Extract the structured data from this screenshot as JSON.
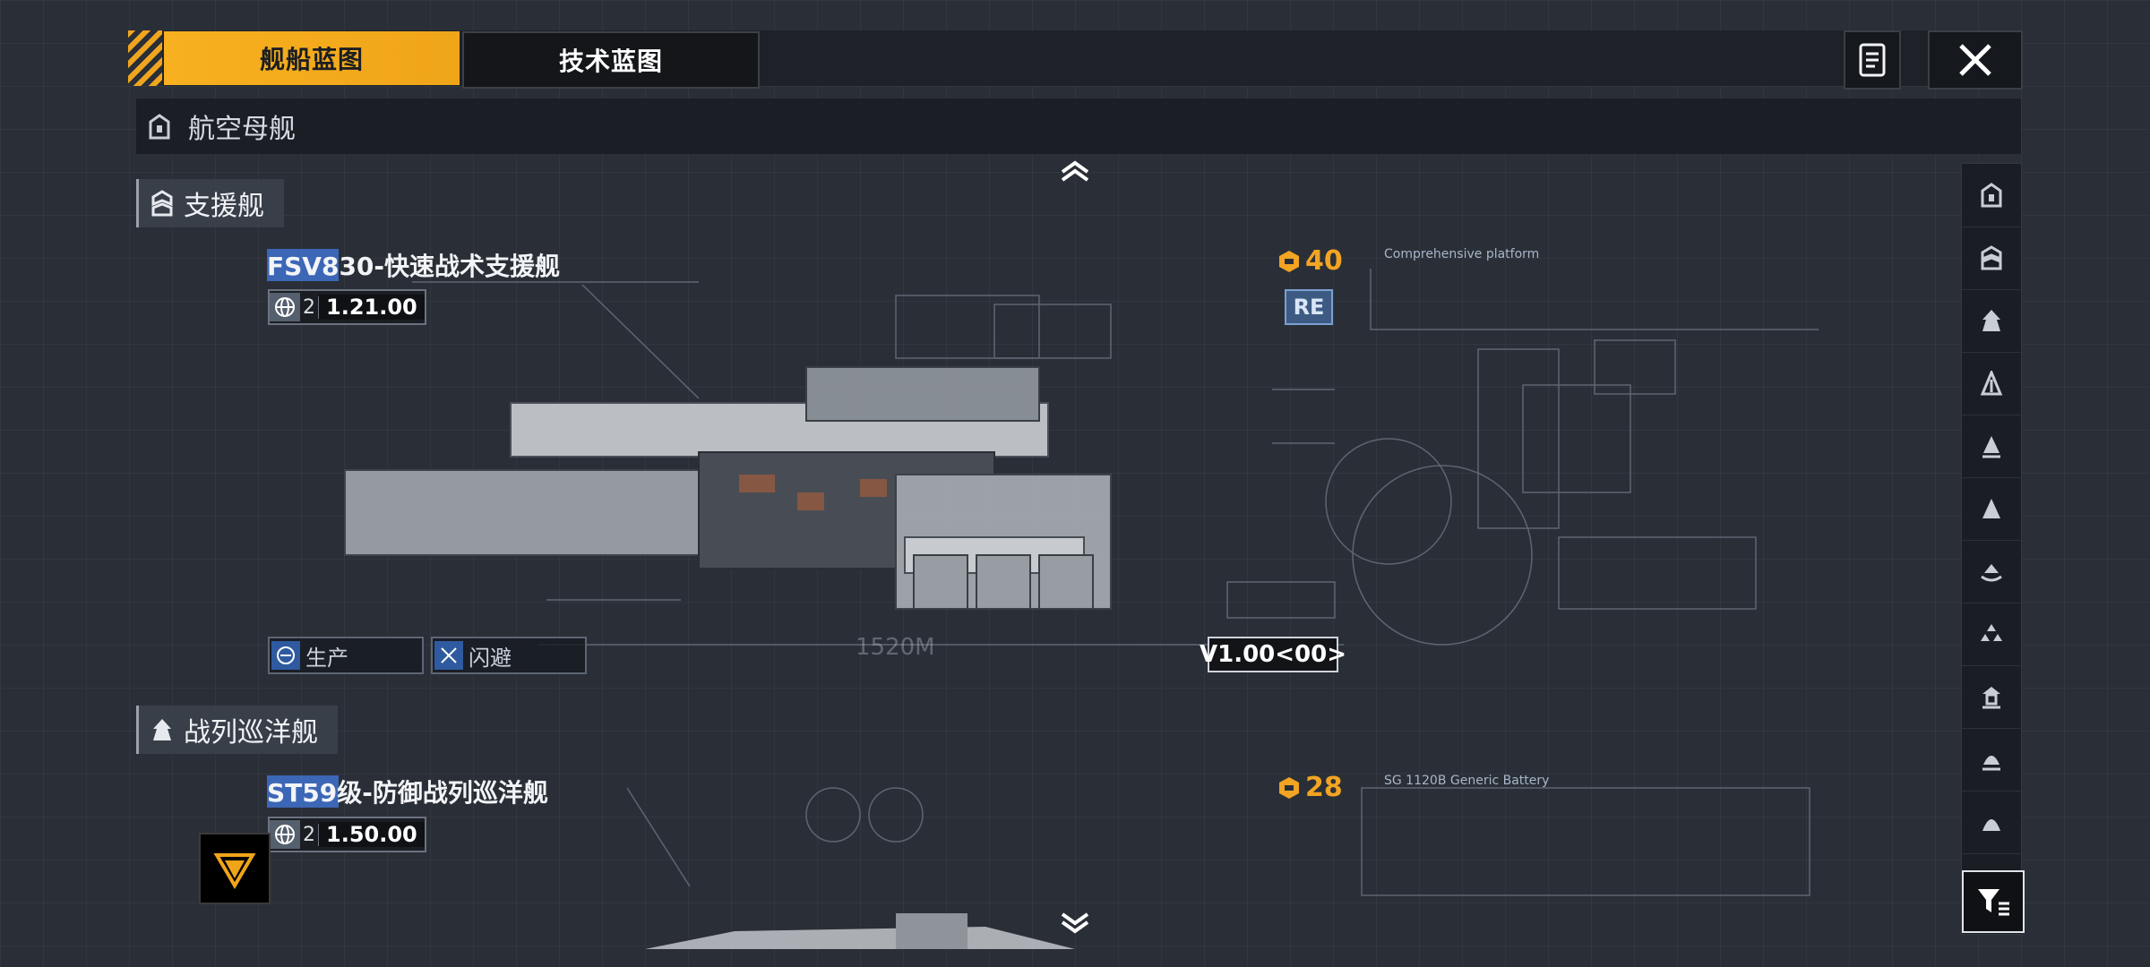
{
  "tabs": [
    {
      "label": "舰船蓝图",
      "active": true
    },
    {
      "label": "技术蓝图",
      "active": false
    }
  ],
  "header": {
    "category_title": "航空母舰"
  },
  "icons": {
    "notes": "notepad-icon",
    "close": "close-x-icon",
    "carrier": "carrier-class-icon",
    "chevron_up": "chevron-up-icon",
    "chevron_down": "chevron-down-icon"
  },
  "colors": {
    "accent": "#f0a519",
    "highlight_blue": "#3c66b6",
    "cost": "#f3a423",
    "background": "#2a2f37"
  },
  "ships": [
    {
      "category": "支援舰",
      "name": "FSV830-快速战术支援舰",
      "level": "2",
      "version": "1.21.00",
      "cost": "40",
      "badge": "RE",
      "traits": [
        "生产",
        "闪避"
      ],
      "blueprint_version": "V1.00<00>",
      "length_label": "1520M",
      "blueprint_caption": "Comprehensive platform"
    },
    {
      "category": "战列巡洋舰",
      "name": "ST59级-防御战列巡洋舰",
      "level": "2",
      "version": "1.50.00",
      "cost": "28",
      "blueprint_caption": "SG 1120B Generic Battery"
    }
  ],
  "sidebar": [
    {
      "name": "carrier-class-icon"
    },
    {
      "name": "support-ship-class-icon"
    },
    {
      "name": "battlecruiser-class-icon"
    },
    {
      "name": "cruiser-class-icon"
    },
    {
      "name": "destroyer-class-icon"
    },
    {
      "name": "frigate-class-icon"
    },
    {
      "name": "corvette-class-icon"
    },
    {
      "name": "fighter-class-icon"
    },
    {
      "name": "module-class-icon"
    },
    {
      "name": "hull-class-icon"
    },
    {
      "name": "misc-class-icon"
    }
  ],
  "filter": {
    "icon": "filter-icon"
  },
  "floating": {
    "icon": "down-triangle-icon"
  }
}
